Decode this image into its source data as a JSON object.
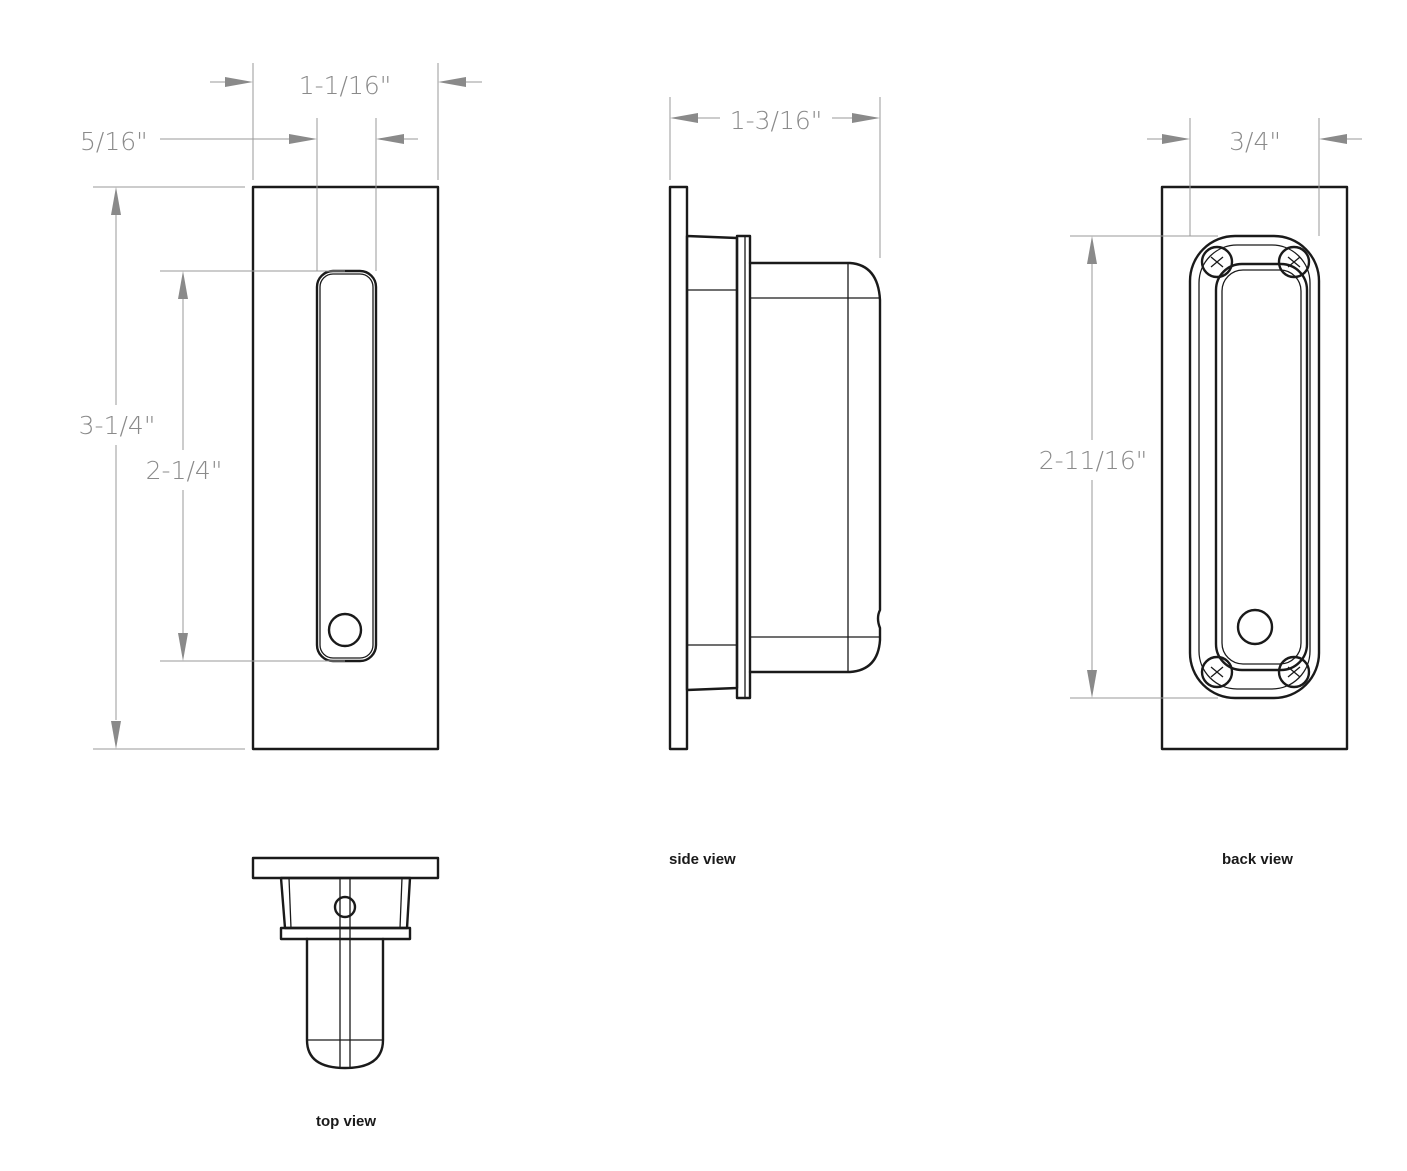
{
  "dimensions": {
    "front_width": "1-1/16\"",
    "front_slot_offset": "5/16\"",
    "front_height": "3-1/4\"",
    "front_slot_length": "2-1/4\"",
    "side_depth": "1-3/16\"",
    "back_width": "3/4\"",
    "back_height": "2-11/16\""
  },
  "captions": {
    "side": "side view",
    "back": "back view",
    "top": "top view"
  }
}
